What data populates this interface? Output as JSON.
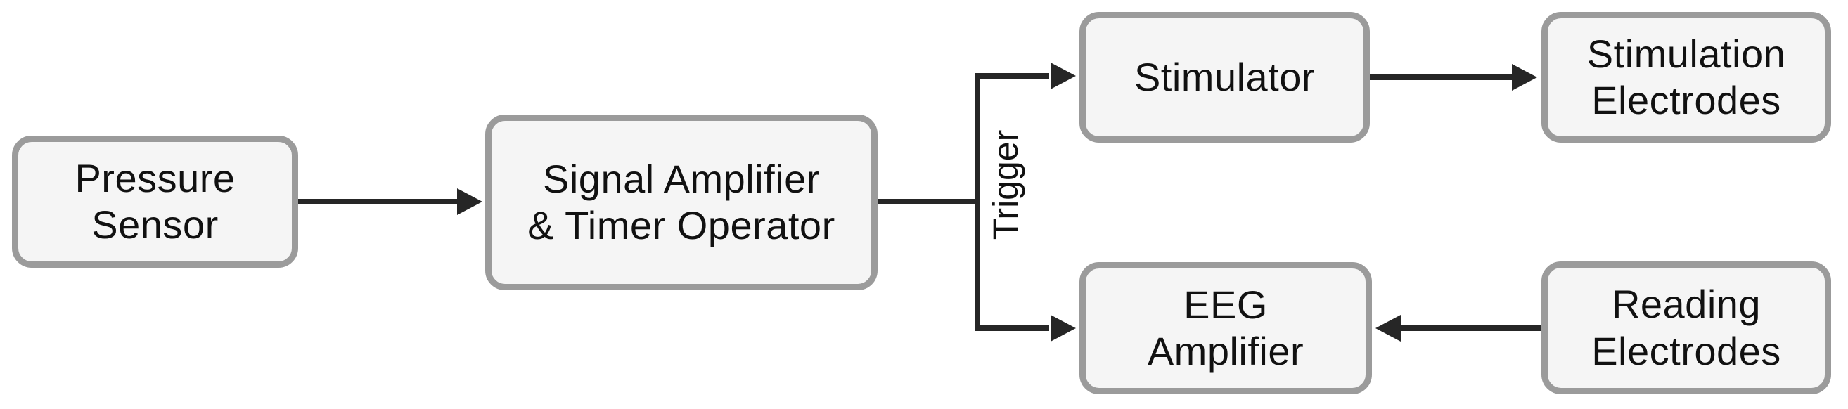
{
  "diagram": {
    "colors": {
      "background": "#ffffff",
      "node_fill": "#f5f5f5",
      "node_border": "#9b9b9b",
      "connector": "#262626",
      "text": "#111111"
    },
    "nodes": [
      {
        "id": "pressure-sensor",
        "label": "Pressure\nSensor"
      },
      {
        "id": "signal-amplifier",
        "label": "Signal Amplifier\n& Timer Operator"
      },
      {
        "id": "stimulator",
        "label": "Stimulator"
      },
      {
        "id": "stimulation-electrodes",
        "label": "Stimulation\nElectrodes"
      },
      {
        "id": "eeg-amplifier",
        "label": "EEG\nAmplifier"
      },
      {
        "id": "reading-electrodes",
        "label": "Reading\nElectrodes"
      }
    ],
    "edge_labels": {
      "trigger": "Trigger"
    },
    "edges": [
      {
        "from": "pressure-sensor",
        "to": "signal-amplifier",
        "label": ""
      },
      {
        "from": "signal-amplifier",
        "to": "stimulator",
        "label": "Trigger"
      },
      {
        "from": "signal-amplifier",
        "to": "eeg-amplifier",
        "label": "Trigger"
      },
      {
        "from": "stimulator",
        "to": "stimulation-electrodes",
        "label": ""
      },
      {
        "from": "reading-electrodes",
        "to": "eeg-amplifier",
        "label": ""
      }
    ]
  }
}
